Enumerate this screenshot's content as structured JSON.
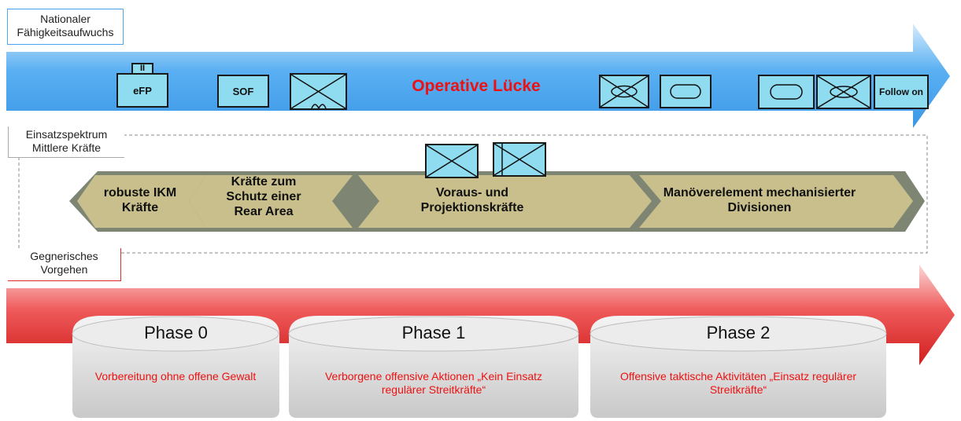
{
  "capability_label": "Nationaler Fähigkeitsaufwuchs",
  "mission_spectrum_label": "Einsatzspektrum Mittlere Kräfte",
  "adversary_label": "Gegnerisches Vorgehen",
  "operational_gap": "Operative Lücke",
  "symbols": {
    "efp": "eFP",
    "efp_echelon": "II",
    "sof": "SOF",
    "follow_on": "Follow on"
  },
  "chevrons": {
    "robust": "robuste IKM Kräfte",
    "rear_area": "Kräfte zum Schutz einer Rear Area",
    "advance": "Voraus- und Projektionskräfte",
    "maneuver": "Manöverelement mechanisierter Divisionen"
  },
  "phases": [
    {
      "title": "Phase 0",
      "desc": "Vorbereitung ohne offene Gewalt"
    },
    {
      "title": "Phase 1",
      "desc": "Verborgene offensive Aktionen „Kein Einsatz regulärer Streitkräfte“"
    },
    {
      "title": "Phase 2",
      "desc": "Offensive taktische Aktivitäten „Einsatz regulärer Streitkräfte“"
    }
  ],
  "colors": {
    "blue_arrow": "#4aa6f0",
    "red_arrow": "#e02a2a",
    "chevron_fill": "#c8bf8c",
    "chevron_border": "#7e8673",
    "symbol_fill": "#8fdcf0",
    "gap_text": "#ee1111"
  }
}
